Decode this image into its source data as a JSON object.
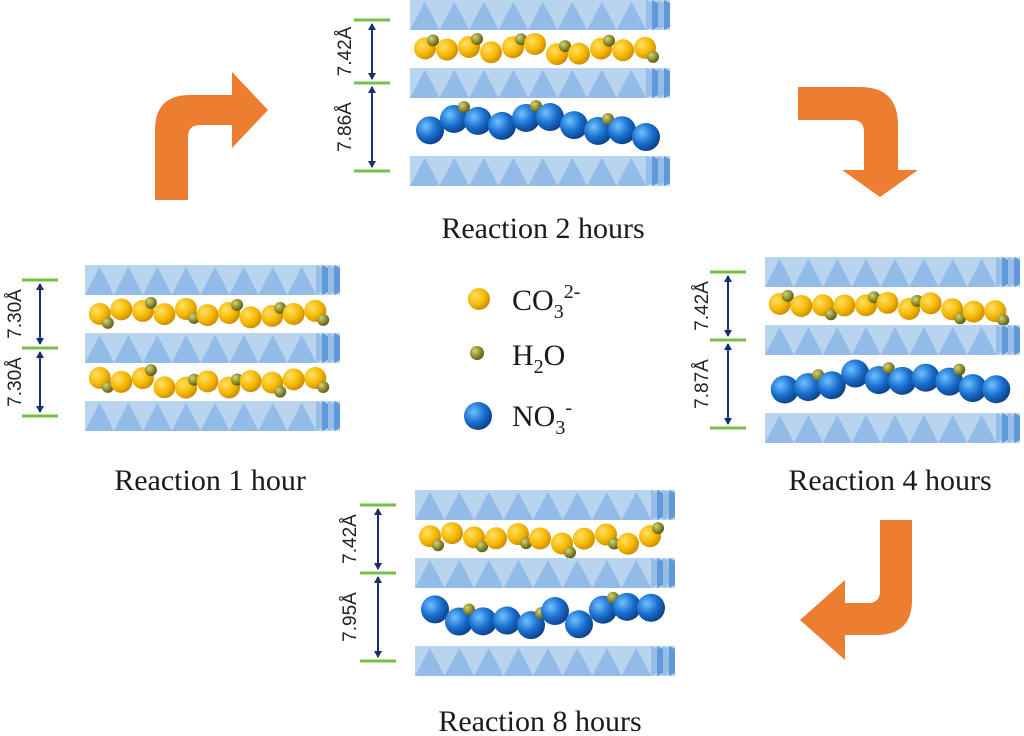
{
  "colors": {
    "layer_light": "#b9d4ee",
    "layer_mid": "#8fb8e6",
    "layer_dark": "#4f8ed2",
    "carbonate": "#f6b800",
    "water": "#8a8a2a",
    "nitrate": "#1a6fd0",
    "arrow": "#ed7d31",
    "guide_line": "#76c043",
    "dimension": "#1a2e6e"
  },
  "legend": [
    {
      "icon": "carbonate-ion-icon",
      "text": "CO",
      "sub": "3",
      "sup": "2-"
    },
    {
      "icon": "water-molecule-icon",
      "text": "H",
      "sub": "2",
      "tail": "O"
    },
    {
      "icon": "nitrate-ion-icon",
      "text": "NO",
      "sub": "3",
      "sup": "-"
    }
  ],
  "panels": [
    {
      "id": "panel-1h",
      "caption": "Reaction 1 hour",
      "spacings": [
        {
          "label": "7.30Å",
          "interlayer": "carbonate"
        },
        {
          "label": "7.30Å",
          "interlayer": "carbonate"
        }
      ]
    },
    {
      "id": "panel-2h",
      "caption": "Reaction 2 hours",
      "spacings": [
        {
          "label": "7.42Å",
          "interlayer": "carbonate"
        },
        {
          "label": "7.86Å",
          "interlayer": "nitrate"
        }
      ]
    },
    {
      "id": "panel-4h",
      "caption": "Reaction 4 hours",
      "spacings": [
        {
          "label": "7.42Å",
          "interlayer": "carbonate"
        },
        {
          "label": "7.87Å",
          "interlayer": "nitrate"
        }
      ]
    },
    {
      "id": "panel-8h",
      "caption": "Reaction 8 hours",
      "spacings": [
        {
          "label": "7.42Å",
          "interlayer": "carbonate"
        },
        {
          "label": "7.95Å",
          "interlayer": "nitrate"
        }
      ]
    }
  ],
  "arrows": [
    {
      "name": "arrow-1h-to-2h",
      "icon": "curved-arrow-icon"
    },
    {
      "name": "arrow-2h-to-4h",
      "icon": "curved-arrow-icon"
    },
    {
      "name": "arrow-4h-to-8h",
      "icon": "curved-arrow-icon"
    }
  ]
}
